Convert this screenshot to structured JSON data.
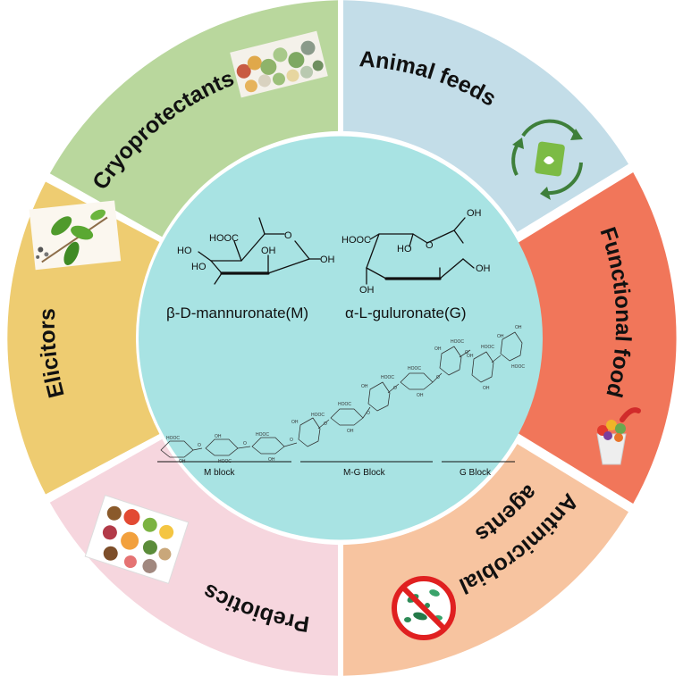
{
  "segments": [
    {
      "id": "cryoprotectants",
      "label": "Cryoprotectants",
      "color": "#b9d79d"
    },
    {
      "id": "animal-feeds",
      "label": "Animal feeds",
      "color": "#c3dde8"
    },
    {
      "id": "functional-food",
      "label": "Functional food",
      "color": "#f1765a"
    },
    {
      "id": "antimicrobial-agents",
      "label_line1": "Antimicrobial",
      "label_line2": "agents",
      "color": "#f7c4a0"
    },
    {
      "id": "prebiotics",
      "label": "Prebiotics",
      "color": "#f6d6de"
    },
    {
      "id": "elicitors",
      "label": "Elicitors",
      "color": "#eecc71"
    }
  ],
  "center": {
    "color": "#a8e3e3",
    "mannuronate": {
      "name": "β-D-mannuronate(M)",
      "labels": {
        "hooc": "HOOC",
        "o": "O",
        "ho_top": "HO",
        "oh_mid": "OH",
        "ho_bottom": "HO",
        "oh_right": "OH"
      }
    },
    "guluronate": {
      "name": "α-L-guluronate(G)",
      "labels": {
        "oh_top": "OH",
        "hooc": "HOOC",
        "ho": "HO",
        "o": "O",
        "oh_right": "OH",
        "oh_bottom": "OH"
      }
    },
    "chain_labels": {
      "oh": "OH",
      "hooc": "HOOC",
      "o": "O"
    },
    "blocks": {
      "m": "M block",
      "mg": "M-G Block",
      "g": "G Block"
    }
  },
  "icons": {
    "cryo": "frozen-vegetables-image",
    "feed": "feed-bag-recycle-icon",
    "food": "fruit-cup-image",
    "micro": "no-bacteria-icon",
    "prebio": "food-platter-image",
    "elicit": "leaf-branch-image"
  }
}
